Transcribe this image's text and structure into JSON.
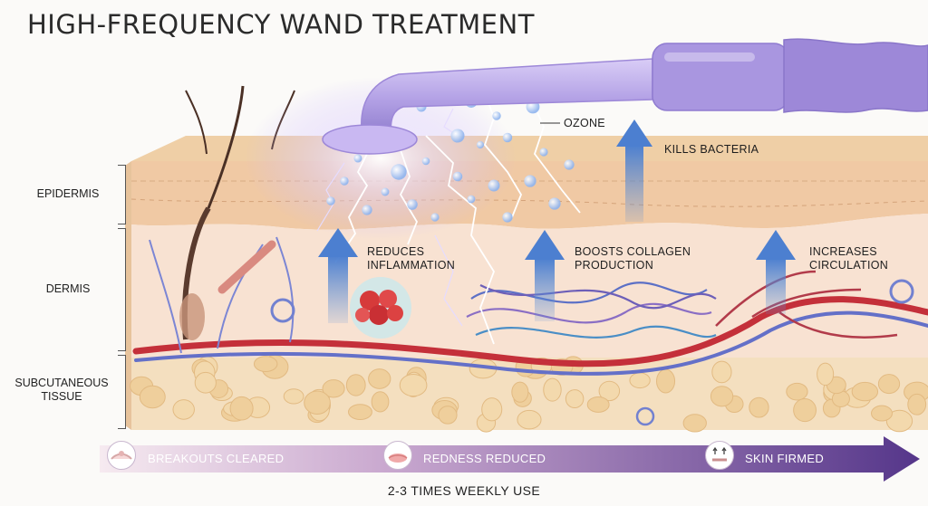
{
  "title": "HIGH-FREQUENCY WAND TREATMENT",
  "layers": {
    "epidermis": "EPIDERMIS",
    "dermis": "DERMIS",
    "subcutaneous_1": "SUBCUTANEOUS",
    "subcutaneous_2": "TISSUE"
  },
  "callouts": {
    "ozone": "OZONE",
    "kills_bacteria": "KILLS BACTERIA",
    "reduces_1": "REDUCES",
    "reduces_2": "INFLAMMATION",
    "boosts_1": "BOOSTS COLLAGEN",
    "boosts_2": "PRODUCTION",
    "increases_1": "INCREASES",
    "increases_2": "CIRCULATION"
  },
  "progress": {
    "steps": [
      "BREAKOUTS CLEARED",
      "REDNESS REDUCED",
      "SKIN FIRMED"
    ],
    "frequency": "2-3 TIMES WEEKLY USE"
  },
  "colors": {
    "wand": "#b6a4e6",
    "epidermis": "#f0c9a4",
    "dermis": "#f8e2d2",
    "fat": "#f2d7a8",
    "arrow": "#5b8fd8",
    "artery": "#c4303a",
    "vein": "#6470c8",
    "progress_start": "#f4e6ee",
    "progress_end": "#5a3a8c"
  }
}
